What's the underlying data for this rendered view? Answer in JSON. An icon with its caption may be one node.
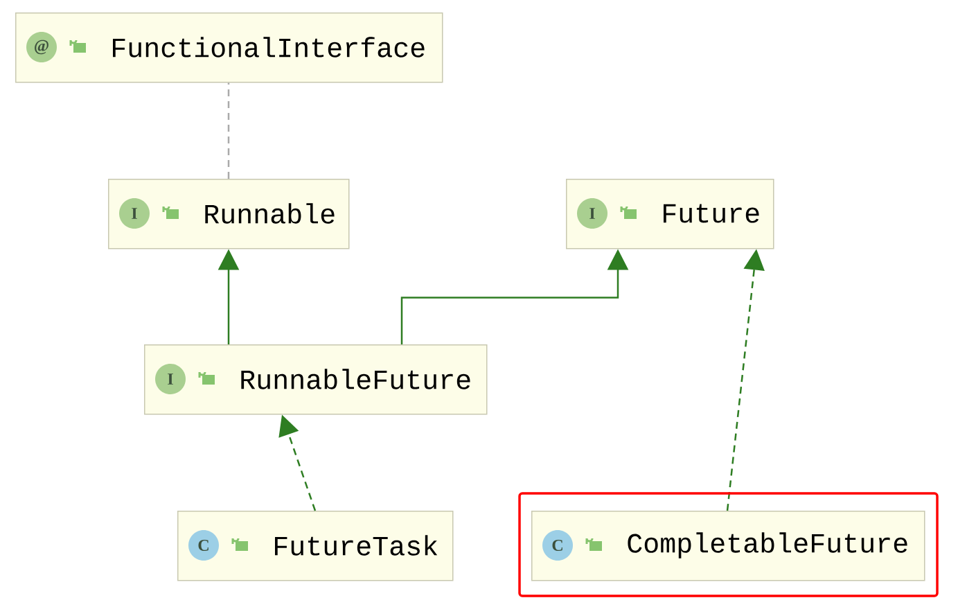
{
  "diagram": {
    "nodes": [
      {
        "text": [
          "@",
          "FunctionalInterface"
        ]
      },
      {
        "text": [
          "I",
          "Runnable"
        ]
      },
      {
        "text": [
          "I",
          "Future"
        ]
      },
      {
        "text": [
          "I",
          "RunnableFuture"
        ]
      },
      {
        "text": [
          "C",
          "FutureTask"
        ]
      },
      {
        "text": [
          "C",
          "CompletableFuture"
        ]
      }
    ],
    "edges": [
      {
        "from": 1,
        "to": 0,
        "arrow": "none",
        "style": "dashed",
        "color": "#aaaaaa"
      },
      {
        "from": 3,
        "to": 1,
        "arrow": "to"
      },
      {
        "from": 3,
        "to": 2,
        "arrow": "to"
      },
      {
        "from": 4,
        "to": 3,
        "arrow": "to",
        "style": "dashed"
      },
      {
        "from": 5,
        "to": 2,
        "arrow": "to",
        "style": "dashed"
      }
    ]
  }
}
